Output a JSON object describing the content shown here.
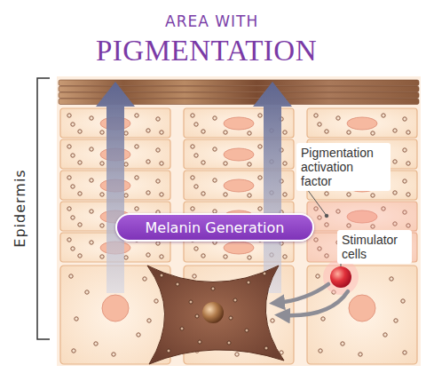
{
  "diagram": {
    "title": "AREA WITH PIGMENTATION",
    "nodes": [
      {
        "text": [
          "Pigmentation activation factor"
        ]
      },
      {
        "text": [
          "Melanin Generation"
        ]
      },
      {
        "text": [
          "Stimulator cells"
        ]
      }
    ],
    "labels": [
      "Epidermis"
    ]
  }
}
